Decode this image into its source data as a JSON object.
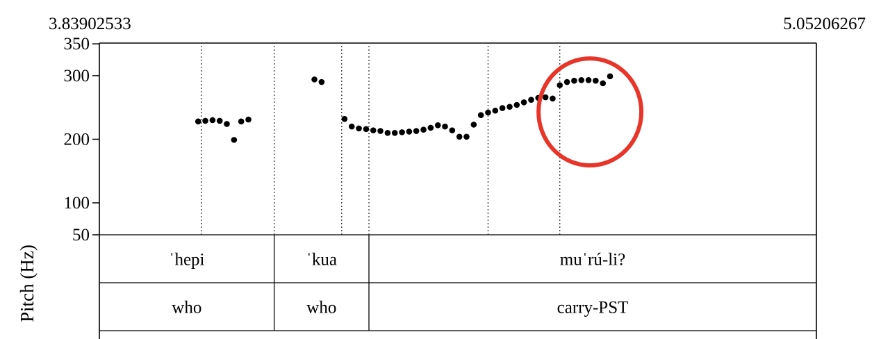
{
  "chart_data": {
    "type": "scatter",
    "time_start": "3.83902533",
    "time_end": "5.05206267",
    "ylabel": "Pitch (Hz)",
    "yticks": [
      350,
      300,
      200,
      100,
      50
    ],
    "ylim": [
      50,
      350
    ],
    "xlim": [
      3.83902533,
      5.05206267
    ],
    "series": [
      {
        "points": [
          [
            4.0062,
            228
          ],
          [
            4.0183,
            229
          ],
          [
            4.0305,
            230
          ],
          [
            4.0426,
            229
          ],
          [
            4.0547,
            224
          ],
          [
            4.0669,
            199
          ],
          [
            4.079,
            228
          ],
          [
            4.0912,
            231
          ],
          [
            4.2029,
            294
          ],
          [
            4.215,
            290
          ],
          [
            4.2538,
            232
          ],
          [
            4.266,
            220
          ],
          [
            4.2781,
            217
          ],
          [
            4.2903,
            216
          ],
          [
            4.3024,
            214
          ],
          [
            4.3145,
            213
          ],
          [
            4.3267,
            210
          ],
          [
            4.3388,
            210
          ],
          [
            4.351,
            211
          ],
          [
            4.3631,
            212
          ],
          [
            4.3752,
            213
          ],
          [
            4.3874,
            215
          ],
          [
            4.3995,
            218
          ],
          [
            4.4117,
            222
          ],
          [
            4.4238,
            220
          ],
          [
            4.4359,
            214
          ],
          [
            4.4481,
            204
          ],
          [
            4.4602,
            204
          ],
          [
            4.4724,
            223
          ],
          [
            4.4845,
            238
          ],
          [
            4.4966,
            242
          ],
          [
            4.5088,
            245
          ],
          [
            4.5209,
            249
          ],
          [
            4.5331,
            251
          ],
          [
            4.5452,
            254
          ],
          [
            4.5573,
            258
          ],
          [
            4.5695,
            262
          ],
          [
            4.5816,
            265
          ],
          [
            4.5938,
            266
          ],
          [
            4.6059,
            264
          ],
          [
            4.618,
            285
          ],
          [
            4.6302,
            290
          ],
          [
            4.6423,
            292
          ],
          [
            4.6545,
            293
          ],
          [
            4.6666,
            293
          ],
          [
            4.6787,
            292
          ],
          [
            4.6909,
            288
          ],
          [
            4.703,
            299
          ]
        ]
      }
    ],
    "vertical_markers": [
      4.0115,
      4.1348,
      4.249,
      4.2951,
      4.4966,
      4.618
    ],
    "tiers": [
      {
        "intervals": [
          {
            "label": "ˈhepi",
            "start": 3.83902533,
            "end": 4.1348
          },
          {
            "label": "ˈkua",
            "start": 4.1348,
            "end": 4.2951
          },
          {
            "label": "muˈrú-li?",
            "start": 4.2951,
            "end": 5.05206267
          }
        ]
      },
      {
        "intervals": [
          {
            "label": "who",
            "start": 3.83902533,
            "end": 4.1348
          },
          {
            "label": "who",
            "start": 4.1348,
            "end": 4.2951
          },
          {
            "label": "carry-PST",
            "start": 4.2951,
            "end": 5.05206267
          }
        ]
      }
    ],
    "highlight": {
      "cx": 4.669,
      "cy": 243,
      "color": "#e8352a"
    }
  }
}
